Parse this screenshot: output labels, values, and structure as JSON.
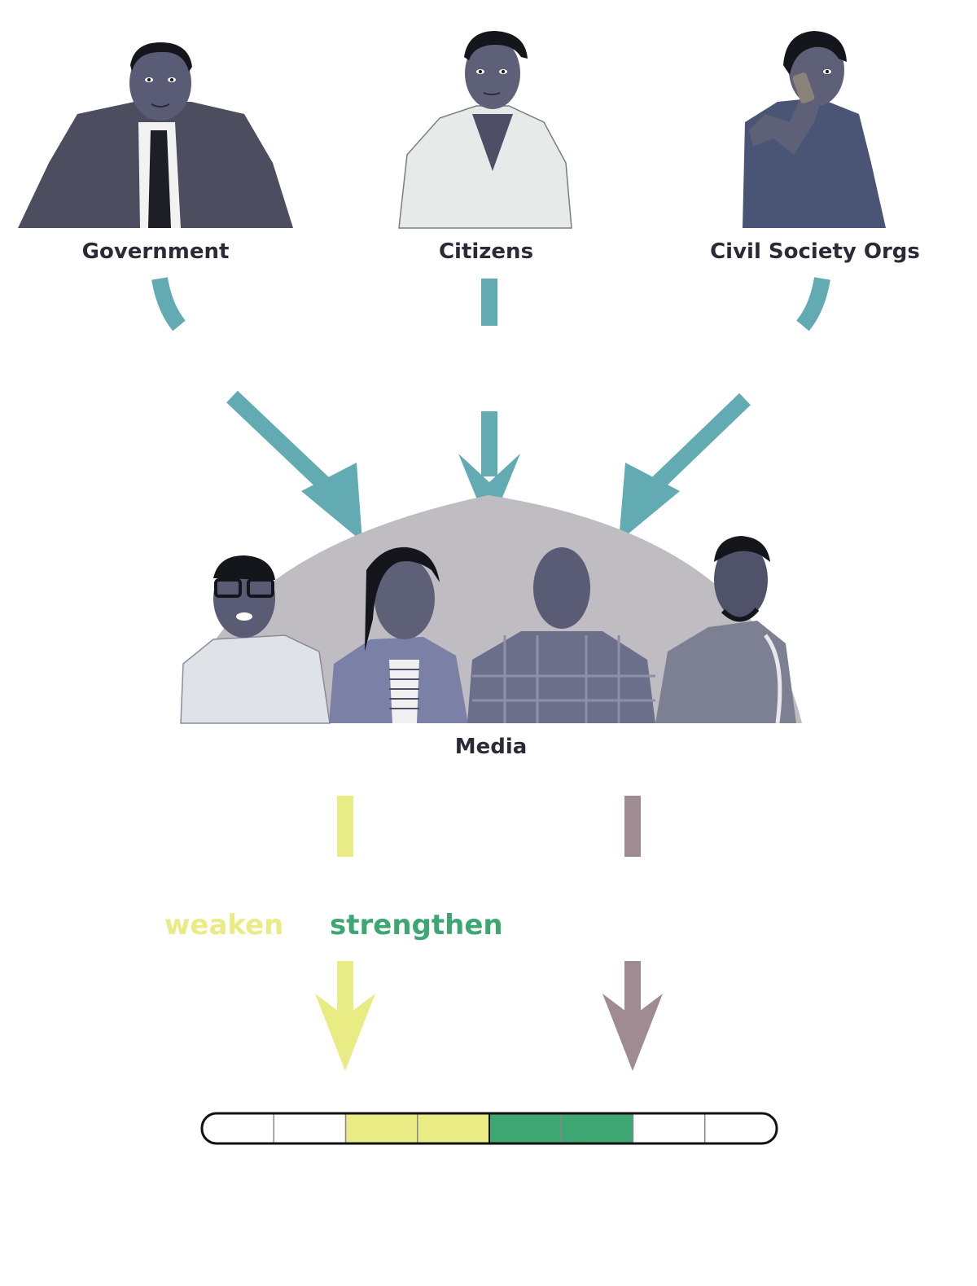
{
  "actors": [
    {
      "label": "Government"
    },
    {
      "label": "Citizens"
    },
    {
      "label": "Civil Society Orgs"
    }
  ],
  "media": {
    "label": "Media"
  },
  "effects": {
    "weaken": {
      "label": "weaken",
      "color": "#e9ec85"
    },
    "strengthen": {
      "label": "strengthen",
      "color": "#3ea673"
    }
  },
  "colors": {
    "arrow_teal": "#63abb3",
    "arrow_mauve": "#a08b93",
    "dome": "#bfbcc2",
    "figure_dark": "#4e4f66",
    "figure_mid": "#6c6f8a",
    "figure_light": "#dfe3e8"
  },
  "scale": {
    "segments": 8,
    "filled": [
      {
        "index": 2,
        "color": "#e9ec85"
      },
      {
        "index": 3,
        "color": "#e9ec85"
      },
      {
        "index": 4,
        "color": "#3ea673"
      },
      {
        "index": 5,
        "color": "#3ea673"
      }
    ]
  }
}
